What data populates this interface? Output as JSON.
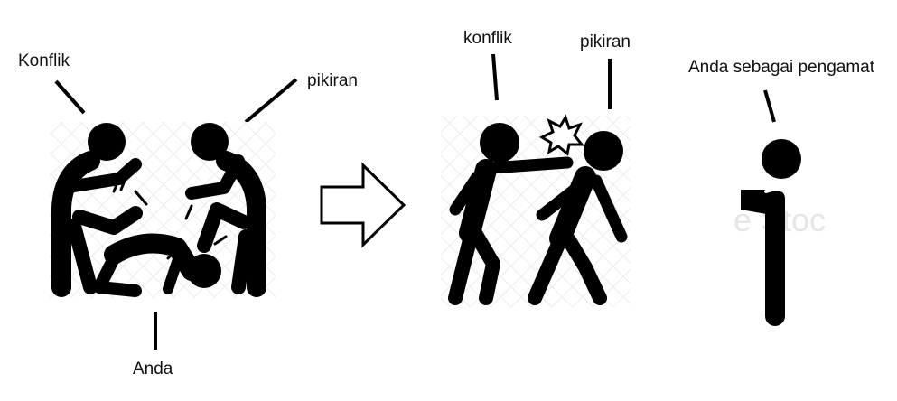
{
  "labels": {
    "konflik_left": "Konflik",
    "pikiran_left": "pikiran",
    "anda": "Anda",
    "konflik_mid": "konflik",
    "pikiran_mid": "pikiran",
    "observer": "Anda sebagai pengamat"
  },
  "colors": {
    "figure": "#000000",
    "text": "#111111",
    "background": "#ffffff",
    "watermark": "#e6e6e6"
  },
  "icons": {
    "scene1": "beating-figures-icon",
    "arrow": "right-arrow-icon",
    "scene2": "punching-figures-icon",
    "impact": "impact-burst-icon",
    "observer": "standing-observer-icon"
  }
}
